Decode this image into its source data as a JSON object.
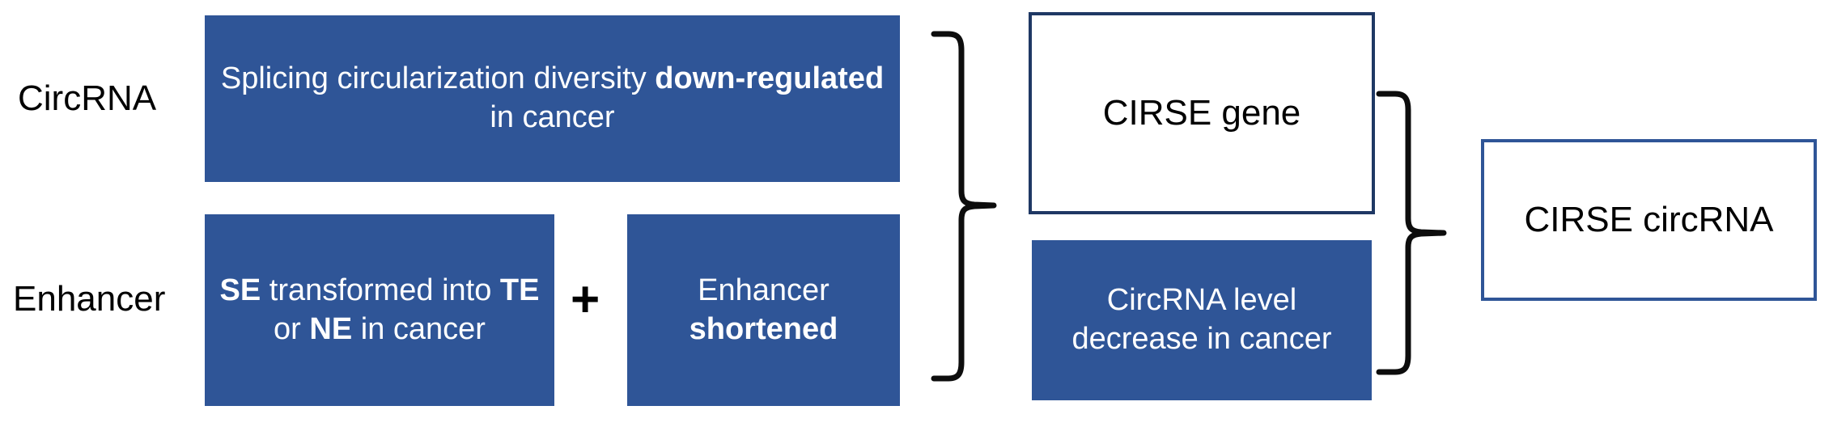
{
  "diagram": {
    "title": "CIRSE circRNA regulation schematic",
    "background_color": "#ffffff",
    "accent_blue": "#2f5597",
    "border_navy": "#1f3864",
    "text_on_blue": "#ffffff",
    "text_dark": "#000000"
  },
  "row_labels": {
    "circrna": "CircRNA",
    "enhancer": "Enhancer"
  },
  "boxes": {
    "splicing": {
      "text_plain": "Splicing circularization diversity down-regulated in cancer",
      "segment_1": "Splicing circularization diversity ",
      "segment_2_bold": "down-regulated",
      "segment_3": " in cancer",
      "style": "filled"
    },
    "se_transformed": {
      "text_plain": "SE transformed into TE or NE in cancer",
      "segment_1_bold": "SE",
      "segment_2": " transformed into ",
      "segment_3_bold": "TE",
      "segment_4": " or ",
      "segment_5_bold": "NE",
      "segment_6": " in cancer",
      "style": "filled"
    },
    "enhancer_shortened": {
      "text_plain": "Enhancer shortened",
      "segment_1": "Enhancer ",
      "segment_2_bold": "shortened",
      "style": "filled"
    },
    "cirse_gene": {
      "text_plain": "CIRSE gene",
      "style": "outline-dark"
    },
    "circrna_level": {
      "text_plain": "CircRNA level decrease in cancer",
      "style": "filled"
    },
    "cirse_circrna": {
      "text_plain": "CIRSE circRNA",
      "style": "outline-blue"
    }
  },
  "operators": {
    "plus": "+"
  },
  "connectors": {
    "brace_left": "right-curly-brace",
    "brace_right": "right-curly-brace"
  }
}
